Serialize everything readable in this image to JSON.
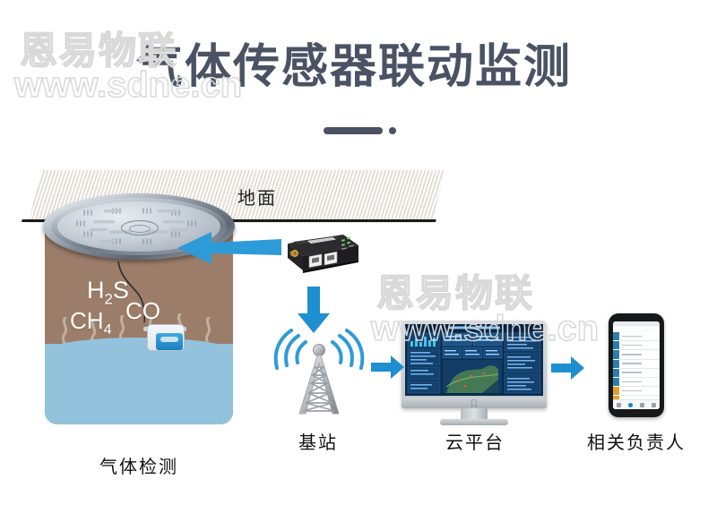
{
  "page": {
    "title": "气体传感器联动监测",
    "background": "#ffffff",
    "accent_blue": "#1e8fd0",
    "title_color": "#4a5264"
  },
  "watermark": {
    "brand": "恩易物联",
    "url": "www.sdne.cn",
    "color": "#d9d9d9"
  },
  "scene": {
    "ground_label": "地面",
    "well": {
      "label": "气体检测",
      "shaft_color": "#9b7d69",
      "water_color": "#93c2dd",
      "gases": [
        {
          "formula": "H",
          "sub": "2",
          "tail": "S"
        },
        {
          "formula": "CO",
          "sub": "",
          "tail": ""
        },
        {
          "formula": "CH",
          "sub": "4",
          "tail": ""
        }
      ],
      "gas_h2s": "H2S",
      "gas_co": "CO",
      "gas_ch4": "CH4"
    },
    "nodes": [
      {
        "id": "gateway",
        "label": ""
      },
      {
        "id": "base-station",
        "label": "基站"
      },
      {
        "id": "cloud-platform",
        "label": "云平台"
      },
      {
        "id": "responsible-person",
        "label": "相关负责人"
      }
    ],
    "flow": [
      {
        "from": "gateway",
        "to": "manhole-sensor",
        "direction": "left"
      },
      {
        "from": "gateway",
        "to": "base-station",
        "direction": "down"
      },
      {
        "from": "base-station",
        "to": "cloud-platform",
        "direction": "right"
      },
      {
        "from": "cloud-platform",
        "to": "responsible-person",
        "direction": "right"
      }
    ]
  }
}
